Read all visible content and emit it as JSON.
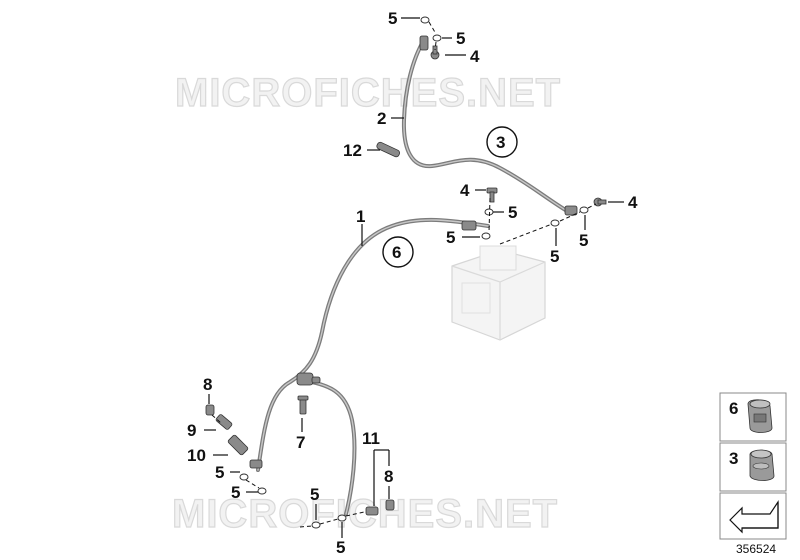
{
  "watermark": {
    "top": "MICROFICHES.NET",
    "bottom": "MICROFICHES.NET"
  },
  "callouts": {
    "c5_top": "5",
    "c5_top_right": "5",
    "c4_top": "4",
    "c2": "2",
    "c3_circled": "3",
    "c12": "12",
    "c4_mid": "4",
    "c5_mid_a": "5",
    "c4_right": "4",
    "c1": "1",
    "c5_mid_b": "5",
    "c6_circled": "6",
    "c5_right_a": "5",
    "c5_right_b": "5",
    "c8_left": "8",
    "c9": "9",
    "c10": "10",
    "c5_left_a": "5",
    "c5_left_b": "5",
    "c7": "7",
    "c11": "11",
    "c8_right": "8",
    "c5_bottom_a": "5",
    "c5_bottom_b": "5"
  },
  "legend": {
    "item6_label": "6",
    "item3_label": "3"
  },
  "reference_number": "356524"
}
